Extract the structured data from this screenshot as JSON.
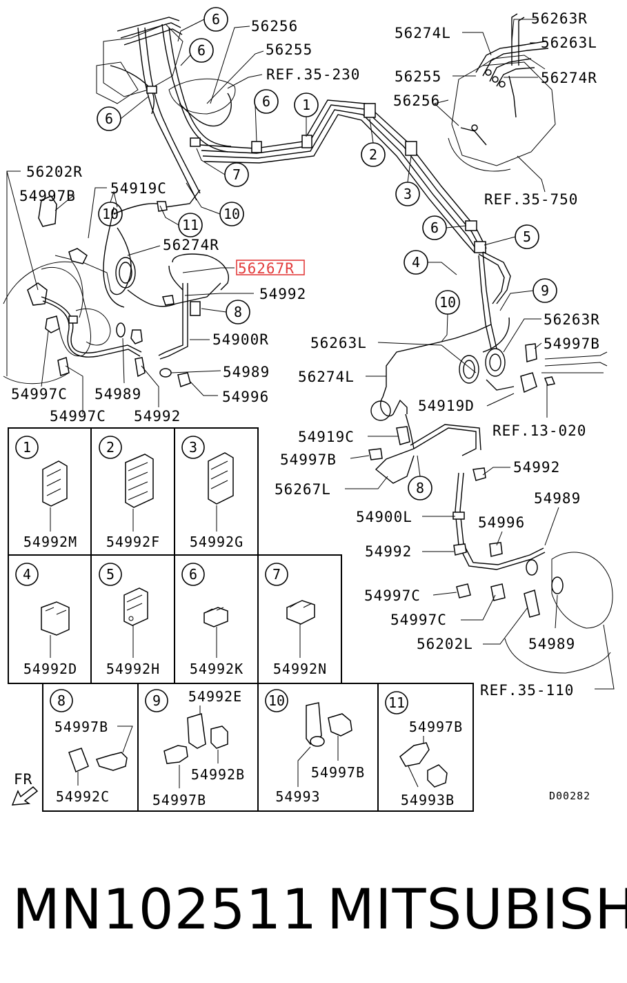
{
  "diagram": {
    "callouts": [
      "1",
      "2",
      "3",
      "4",
      "5",
      "6",
      "7",
      "8",
      "9",
      "10",
      "11"
    ],
    "labels": {
      "l56256_top": "56256",
      "l56255_top": "56255",
      "ref35_230": "REF.35-230",
      "l56274L_top": "56274L",
      "l56263R_top": "56263R",
      "l56263L_top": "56263L",
      "l56255_r": "56255",
      "l56274R_top": "56274R",
      "l56256_r": "56256",
      "ref35_750": "REF.35-750",
      "l56202R": "56202R",
      "l54997B_1": "54997B",
      "l54919C_1": "54919C",
      "l56274R_mid": "56274R",
      "l56267R": "56267R",
      "l54992_1": "54992",
      "l54900R": "54900R",
      "l54989_1": "54989",
      "l54996_1": "54996",
      "l54997C_1": "54997C",
      "l54989_2": "54989",
      "l54997C_2": "54997C",
      "l54992_2": "54992",
      "l56263R_mid": "56263R",
      "l54997B_2": "54997B",
      "l56263L_mid": "56263L",
      "l56274L_mid": "56274L",
      "l54919D": "54919D",
      "ref13_020": "REF.13-020",
      "l54919C_2": "54919C",
      "l54997B_3": "54997B",
      "l56267L": "56267L",
      "l54992_3": "54992",
      "l54989_3": "54989",
      "l54900L": "54900L",
      "l54996_2": "54996",
      "l54992_4": "54992",
      "l54997C_3": "54997C",
      "l54997C_4": "54997C",
      "l56202L": "56202L",
      "l54989_4": "54989",
      "ref35_110": "REF.35-110"
    },
    "grid_row1": [
      {
        "num": "1",
        "part": "54992M"
      },
      {
        "num": "2",
        "part": "54992F"
      },
      {
        "num": "3",
        "part": "54992G"
      }
    ],
    "grid_row2": [
      {
        "num": "4",
        "part": "54992D"
      },
      {
        "num": "5",
        "part": "54992H"
      },
      {
        "num": "6",
        "part": "54992K"
      },
      {
        "num": "7",
        "part": "54992N"
      }
    ],
    "grid_row3": [
      {
        "num": "8",
        "parts": [
          "54997B",
          "54992C"
        ]
      },
      {
        "num": "9",
        "parts": [
          "54992E",
          "54992B",
          "54997B"
        ]
      },
      {
        "num": "10",
        "parts": [
          "54997B",
          "54993"
        ]
      },
      {
        "num": "11",
        "parts": [
          "54997B",
          "54993B"
        ]
      }
    ],
    "fr_label": "FR",
    "drawing_code": "D00282",
    "highlight_color": "#e23b3b"
  },
  "caption": {
    "part_number": "MN102511",
    "brand": "MITSUBISHI"
  }
}
